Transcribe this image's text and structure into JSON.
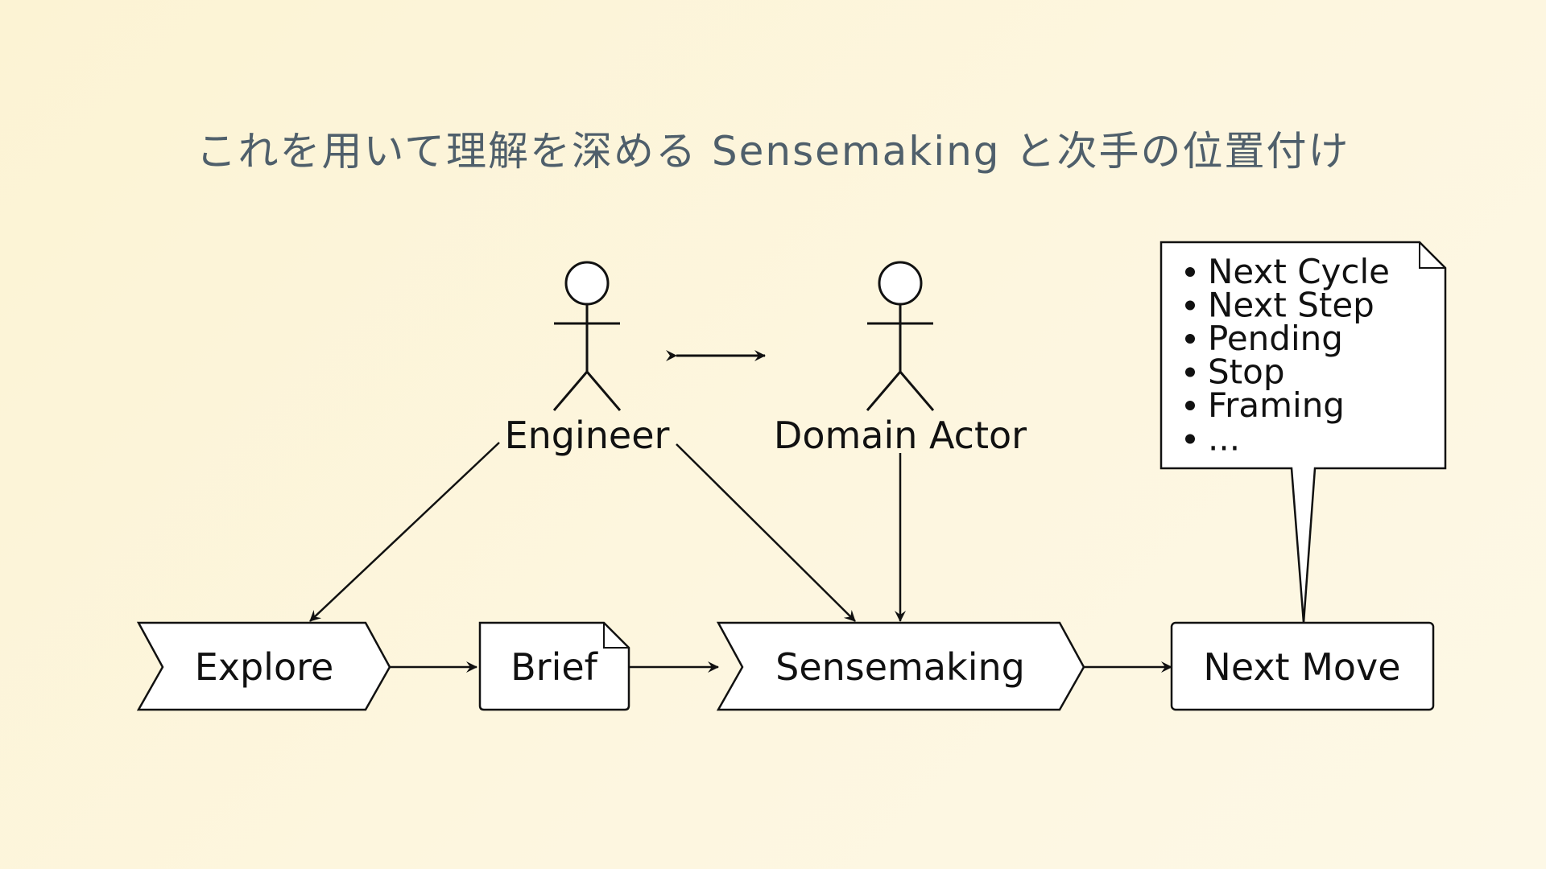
{
  "title": "これを用いて理解を深める Sensemaking と次手の位置付け",
  "actors": {
    "engineer": "Engineer",
    "domain_actor": "Domain Actor"
  },
  "steps": {
    "explore": "Explore",
    "brief": "Brief",
    "sensemaking": "Sensemaking",
    "next_move": "Next Move"
  },
  "note": {
    "items": [
      "Next Cycle",
      "Next Step",
      "Pending",
      "Stop",
      "Framing",
      "..."
    ]
  },
  "colors": {
    "background": "#fcf3d4",
    "title": "#4f5f6b",
    "stroke": "#111111",
    "shape_fill": "#ffffff"
  }
}
